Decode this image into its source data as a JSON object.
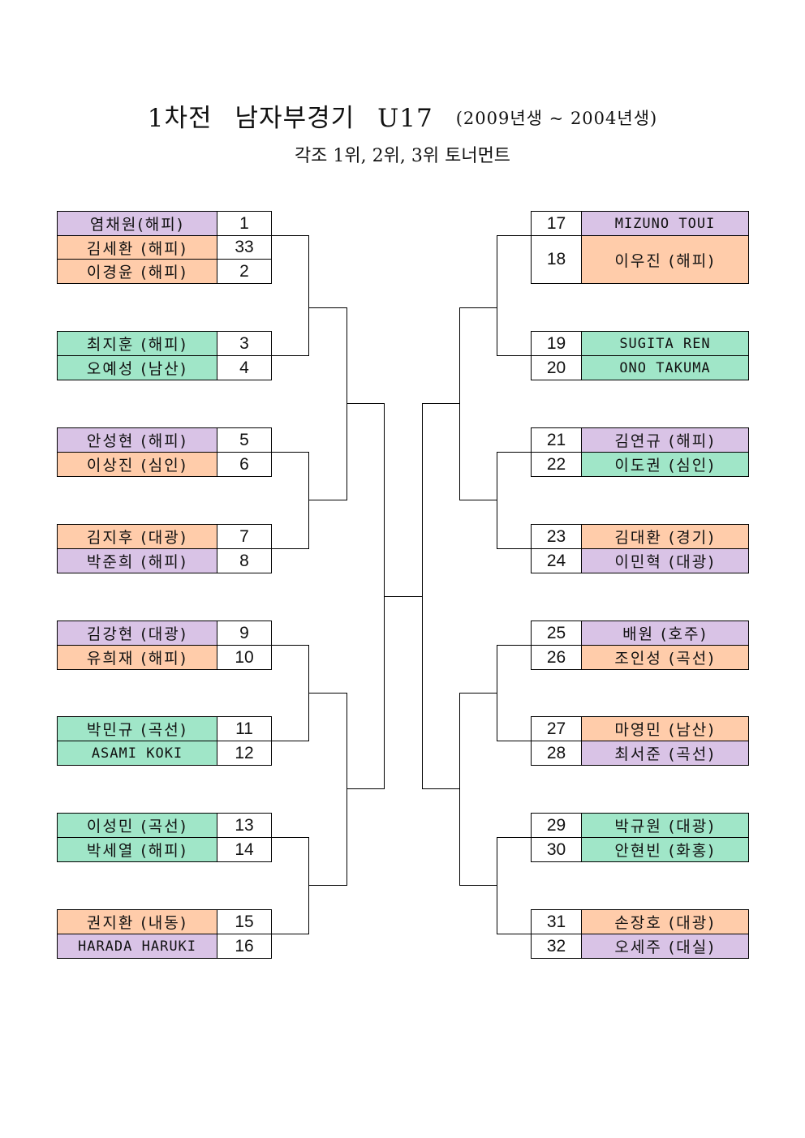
{
  "header": {
    "title_part1": "1차전",
    "title_part2": "남자부경기",
    "title_part3": "U17",
    "title_range": "(2009년생 ~ 2004년생)",
    "subtitle": "각조 1위, 2위, 3위 토너먼트"
  },
  "colors": {
    "purple": "#D9C3E6",
    "peach": "#FFCCAA",
    "green": "#A0E6C8",
    "white": "#FFFFFF"
  },
  "left_bracket": [
    {
      "name": "염채원(해피)",
      "seed": "1",
      "color": "purple"
    },
    {
      "name": "김세환 (해피)",
      "seed": "33",
      "color": "peach"
    },
    {
      "name": "이경윤 (해피)",
      "seed": "2",
      "color": "peach"
    },
    {
      "name": "최지훈 (해피)",
      "seed": "3",
      "color": "green"
    },
    {
      "name": "오예성 (남산)",
      "seed": "4",
      "color": "green"
    },
    {
      "name": "안성현 (해피)",
      "seed": "5",
      "color": "purple"
    },
    {
      "name": "이상진 (심인)",
      "seed": "6",
      "color": "peach"
    },
    {
      "name": "김지후 (대광)",
      "seed": "7",
      "color": "peach"
    },
    {
      "name": "박준희 (해피)",
      "seed": "8",
      "color": "purple"
    },
    {
      "name": "김강현 (대광)",
      "seed": "9",
      "color": "purple"
    },
    {
      "name": "유희재 (해피)",
      "seed": "10",
      "color": "peach"
    },
    {
      "name": "박민규 (곡선)",
      "seed": "11",
      "color": "green"
    },
    {
      "name": "ASAMI KOKI",
      "seed": "12",
      "color": "green"
    },
    {
      "name": "이성민 (곡선)",
      "seed": "13",
      "color": "green"
    },
    {
      "name": "박세열 (해피)",
      "seed": "14",
      "color": "green"
    },
    {
      "name": "권지환 (내동)",
      "seed": "15",
      "color": "peach"
    },
    {
      "name": "HARADA HARUKI",
      "seed": "16",
      "color": "purple"
    }
  ],
  "right_bracket": [
    {
      "name": "MIZUNO TOUI",
      "seed": "17",
      "color": "purple"
    },
    {
      "name": "이우진 (해피)",
      "seed": "18",
      "color": "peach"
    },
    {
      "name": "SUGITA REN",
      "seed": "19",
      "color": "green"
    },
    {
      "name": "ONO TAKUMA",
      "seed": "20",
      "color": "green"
    },
    {
      "name": "김연규 (해피)",
      "seed": "21",
      "color": "purple"
    },
    {
      "name": "이도권 (심인)",
      "seed": "22",
      "color": "green"
    },
    {
      "name": "김대환 (경기)",
      "seed": "23",
      "color": "peach"
    },
    {
      "name": "이민혁 (대광)",
      "seed": "24",
      "color": "purple"
    },
    {
      "name": "배원 (호주)",
      "seed": "25",
      "color": "purple"
    },
    {
      "name": "조인성 (곡선)",
      "seed": "26",
      "color": "peach"
    },
    {
      "name": "마영민 (남산)",
      "seed": "27",
      "color": "peach"
    },
    {
      "name": "최서준 (곡선)",
      "seed": "28",
      "color": "purple"
    },
    {
      "name": "박규원 (대광)",
      "seed": "29",
      "color": "green"
    },
    {
      "name": "안현빈 (화홍)",
      "seed": "30",
      "color": "green"
    },
    {
      "name": "손장호 (대광)",
      "seed": "31",
      "color": "peach"
    },
    {
      "name": "오세주 (대실)",
      "seed": "32",
      "color": "purple"
    }
  ]
}
